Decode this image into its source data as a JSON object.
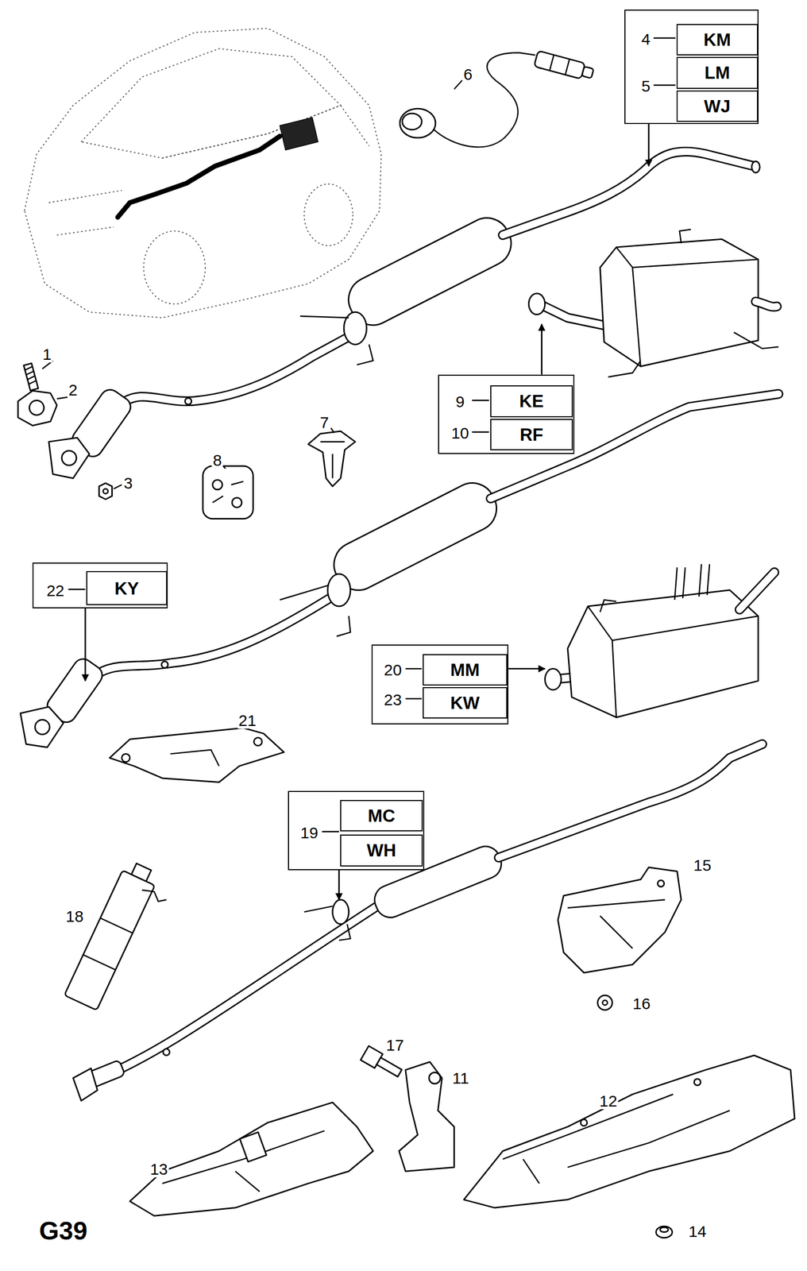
{
  "diagram": {
    "nodes": [
      {
        "text": [
          "4",
          "5"
        ]
      },
      {
        "text": [
          "KM"
        ],
        "in": 0
      },
      {
        "text": [
          "LM"
        ],
        "in": 0
      },
      {
        "text": [
          "WJ"
        ],
        "in": 0
      },
      {
        "text": [
          "9",
          "10"
        ]
      },
      {
        "text": [
          "KE"
        ],
        "in": 4
      },
      {
        "text": [
          "RF"
        ],
        "in": 4
      },
      {
        "text": [
          "22"
        ]
      },
      {
        "text": [
          "KY"
        ],
        "in": 7
      },
      {
        "text": [
          "20",
          "23"
        ]
      },
      {
        "text": [
          "MM"
        ],
        "in": 9
      },
      {
        "text": [
          "KW"
        ],
        "in": 9
      },
      {
        "text": [
          "19"
        ]
      },
      {
        "text": [
          "MC"
        ],
        "in": 12
      },
      {
        "text": [
          "WH"
        ],
        "in": 12
      }
    ],
    "labels": [
      "1",
      "2",
      "3",
      "6",
      "7",
      "8",
      "11",
      "12",
      "13",
      "14",
      "15",
      "16",
      "17",
      "18",
      "21",
      "G39"
    ]
  }
}
